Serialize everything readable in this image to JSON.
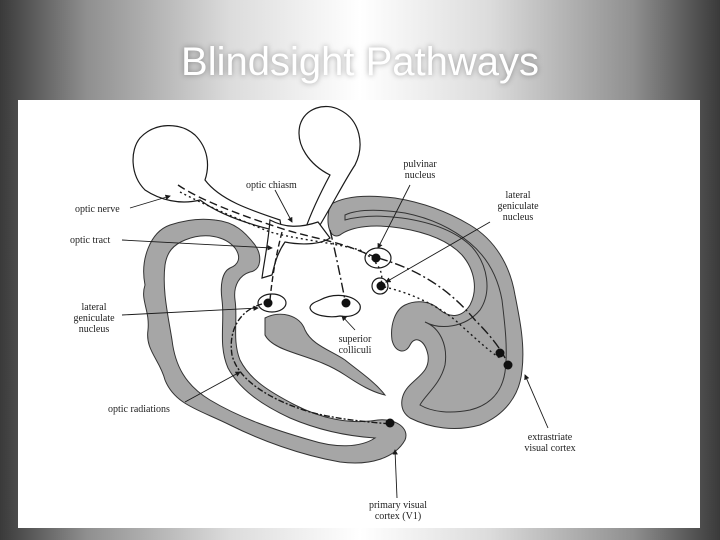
{
  "slide": {
    "title": "Blindsight Pathways"
  },
  "labels": {
    "optic_chiasm": "optic chiasm",
    "optic_nerve": "optic nerve",
    "optic_tract": "optic tract",
    "lgn_left": "lateral\ngeniculate\nnucleus",
    "optic_radiations": "optic radiations",
    "pulvinar": "pulvinar\nnucleus",
    "lgn_right": "lateral\ngeniculate\nnucleus",
    "superior_colliculi": "superior\ncolliculi",
    "extrastriate": "extrastriate\nvisual cortex",
    "v1": "primary visual\ncortex (V1)"
  },
  "colors": {
    "cortex": "#a6a6a6",
    "ink": "#1a1a1a",
    "panel": "#ffffff"
  }
}
